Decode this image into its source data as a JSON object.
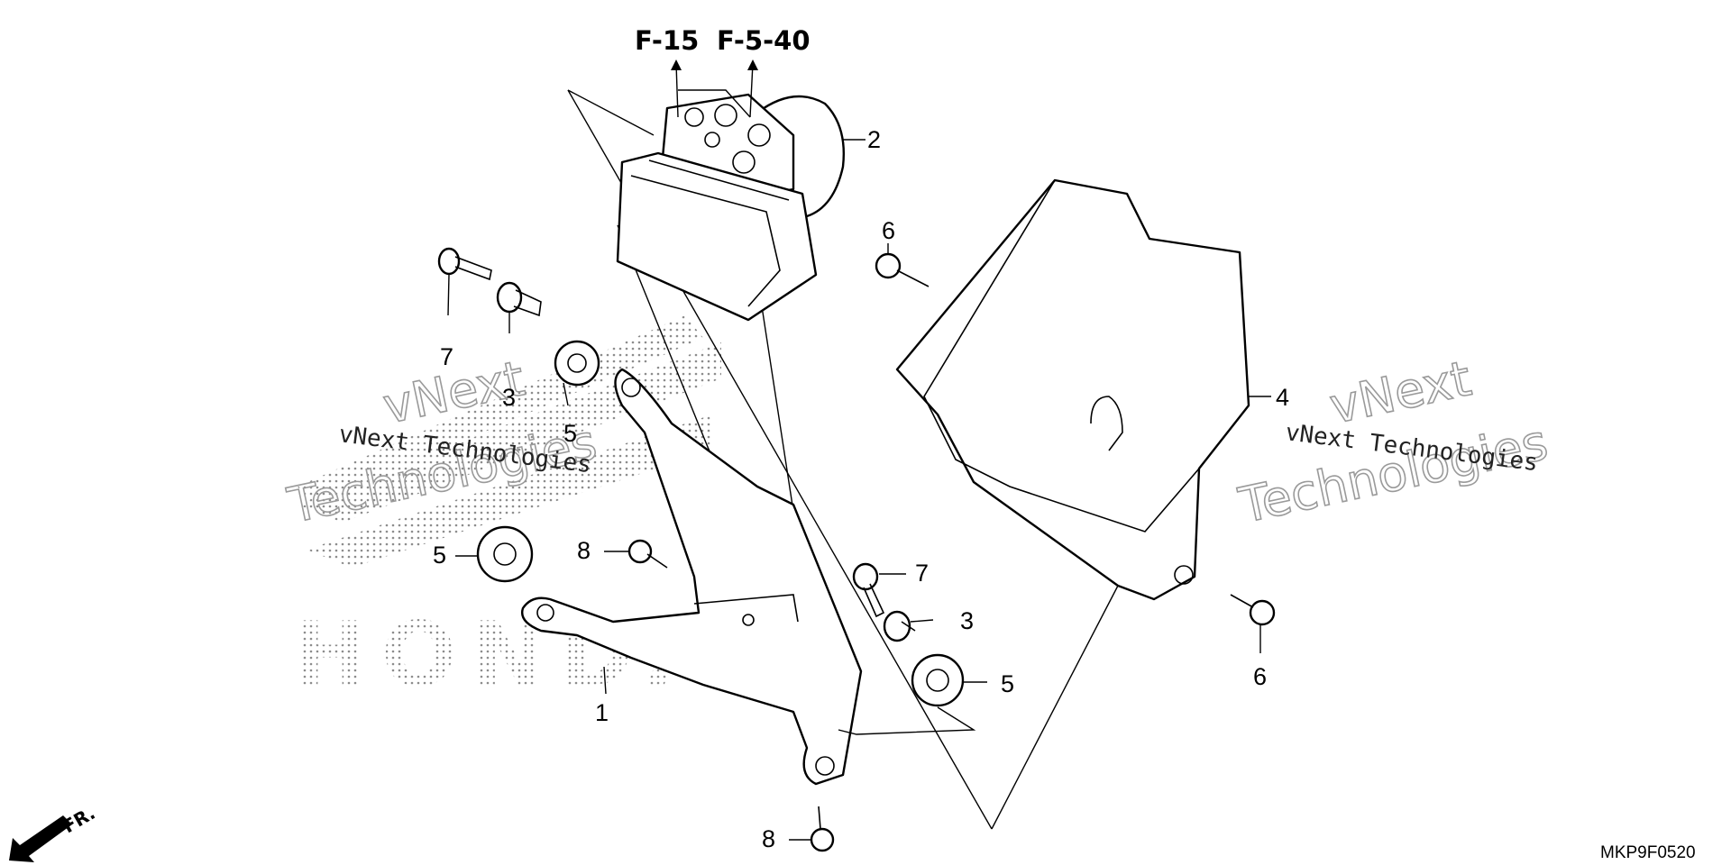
{
  "title": "",
  "references": [
    {
      "id": "ref-f15",
      "text": "F-15"
    },
    {
      "id": "ref-f540",
      "text": "F-5-40"
    }
  ],
  "callouts": [
    {
      "id": "1",
      "label": "1"
    },
    {
      "id": "2",
      "label": "2"
    },
    {
      "id": "3a",
      "label": "3"
    },
    {
      "id": "3b",
      "label": "3"
    },
    {
      "id": "4",
      "label": "4"
    },
    {
      "id": "5a",
      "label": "5"
    },
    {
      "id": "5b",
      "label": "5"
    },
    {
      "id": "5c",
      "label": "5"
    },
    {
      "id": "6a",
      "label": "6"
    },
    {
      "id": "6b",
      "label": "6"
    },
    {
      "id": "7a",
      "label": "7"
    },
    {
      "id": "7b",
      "label": "7"
    },
    {
      "id": "8a",
      "label": "8"
    },
    {
      "id": "8b",
      "label": "8"
    }
  ],
  "watermark": {
    "line1": "vNext",
    "line2": "vNext Technologies",
    "line3": "Technologies",
    "brand": "HONDA"
  },
  "direction_indicator": "FR.",
  "diagram_code": "MKP9F0520",
  "colors": {
    "ink": "#000000",
    "watermark": "#9a9a9a",
    "background": "#ffffff"
  }
}
